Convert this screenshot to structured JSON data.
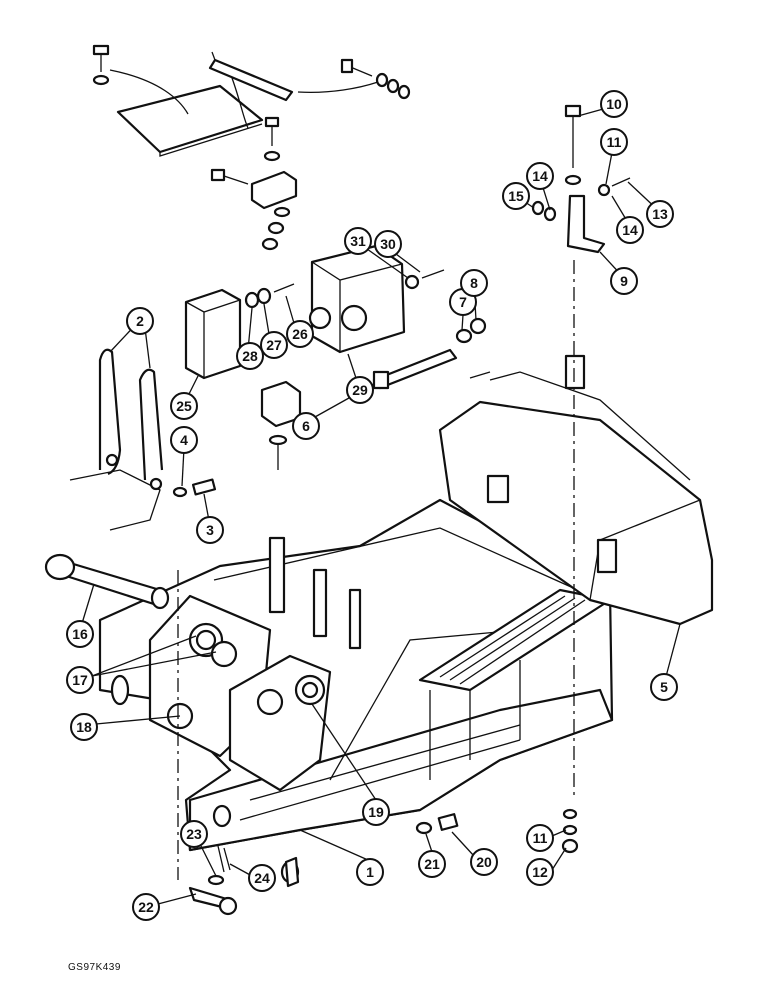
{
  "drawing_code": "GS97K439",
  "callouts": [
    "1",
    "2",
    "3",
    "4",
    "5",
    "6",
    "7",
    "8",
    "9",
    "10",
    "11",
    "12",
    "13",
    "14",
    "15",
    "16",
    "17",
    "18",
    "19",
    "20",
    "21",
    "22",
    "23",
    "24",
    "25",
    "26",
    "27",
    "28",
    "29",
    "30",
    "31"
  ]
}
